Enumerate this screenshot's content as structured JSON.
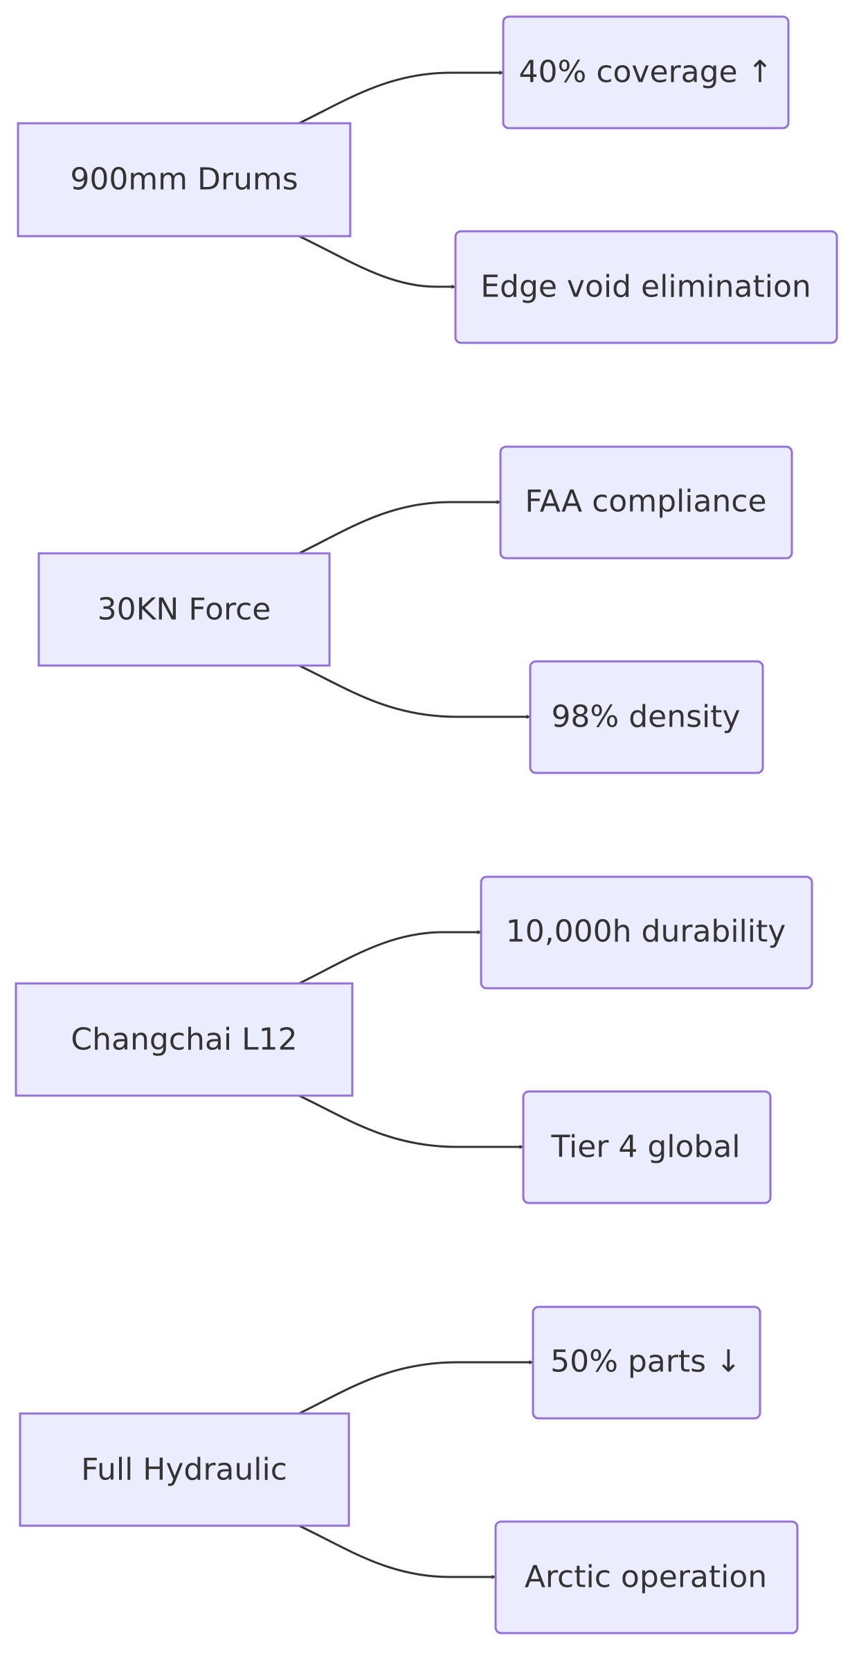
{
  "groups": [
    {
      "source": "900mm Drums",
      "targets": [
        "40% coverage ↑",
        "Edge void elimination"
      ]
    },
    {
      "source": "30KN Force",
      "targets": [
        "FAA compliance",
        "98% density"
      ]
    },
    {
      "source": "Changchai L12",
      "targets": [
        "10,000h durability",
        "Tier 4 global"
      ]
    },
    {
      "source": "Full Hydraulic",
      "targets": [
        "50% parts ↓",
        "Arctic operation"
      ]
    }
  ],
  "colors": {
    "node_fill": "#ececff",
    "node_stroke": "#9370db",
    "edge": "#333333",
    "text": "#333333"
  }
}
